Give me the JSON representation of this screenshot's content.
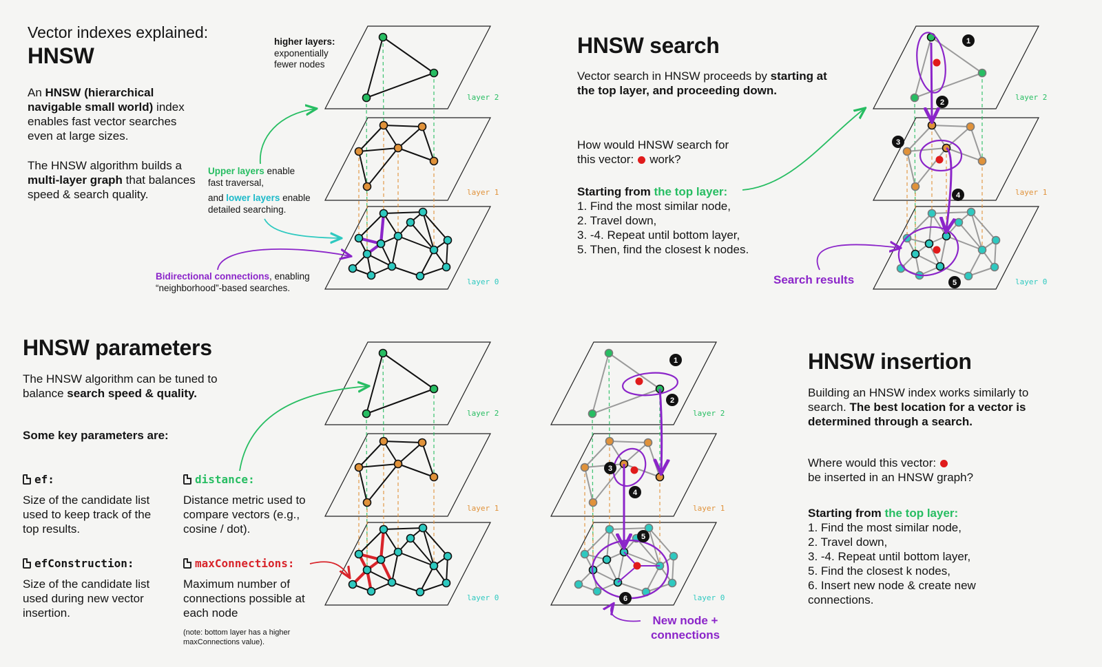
{
  "colors": {
    "green": "#27bd62",
    "orange": "#e0923a",
    "cyan": "#2ec9c0",
    "purple": "#8b25c9",
    "red": "#d8242a",
    "edge": "#111111",
    "grey": "#9a9a9a"
  },
  "layer_labels": {
    "l2": "layer 2",
    "l1": "layer 1",
    "l0": "layer 0"
  },
  "explained": {
    "kicker": "Vector indexes explained:",
    "title": "HNSW",
    "p1_a": "An ",
    "p1_b": "HNSW (hierarchical navigable small world)",
    "p1_c": " index enables fast vector searches even at large sizes.",
    "p2_a": "The HNSW algorithm builds a ",
    "p2_b": "multi-layer graph",
    "p2_c": " that balances speed & search quality.",
    "higher_b": "higher layers:",
    "higher_rest": "exponentially fewer nodes",
    "upper_a": "Upper layers",
    "upper_b": " enable fast traversal,",
    "lower_pre": "and ",
    "lower_a": "lower layers",
    "lower_b": " enable detailed searching.",
    "bidir_a": "Bidirectional connections",
    "bidir_b": ", enabling “neighborhood”-based searches."
  },
  "search": {
    "title": "HNSW search",
    "p1_a": "Vector search in HNSW proceeds by ",
    "p1_b": "starting at the top layer, and proceeding down.",
    "q_a": "How would HNSW search for",
    "q_b": "this vector:",
    "q_c": "work?",
    "steps_a": "Starting from ",
    "steps_b": "the top layer:",
    "steps": [
      "1. Find the most similar node,",
      "2. Travel down,",
      "3. -4. Repeat until bottom layer,",
      "5. Then, find the closest k nodes."
    ],
    "results": "Search results",
    "badges": [
      "1",
      "2",
      "3",
      "4",
      "5"
    ]
  },
  "params": {
    "title": "HNSW parameters",
    "p1_a": "The HNSW algorithm can be tuned to balance ",
    "p1_b": "search speed & quality.",
    "key": "Some key parameters are:",
    "ef_name": "ef:",
    "ef_desc": "Size of the candidate list used to keep track of the top results.",
    "efc_name": "efConstruction:",
    "efc_desc": "Size of the candidate list used during new vector insertion.",
    "dist_name": "distance:",
    "dist_desc": "Distance metric used to compare vectors (e.g., cosine / dot).",
    "maxc_name": "maxConnections:",
    "maxc_desc": "Maximum number of connections possible at each node",
    "maxc_note": "(note: bottom layer has a higher maxConnections value)."
  },
  "insertion": {
    "title": "HNSW insertion",
    "p1_a": "Building an HNSW index works similarly to search. ",
    "p1_b": "The best location for a vector is determined through a search.",
    "q_a": "Where would this vector:",
    "q_b": "be inserted in an HNSW graph?",
    "steps_a": "Starting from ",
    "steps_b": "the top layer:",
    "steps": [
      "1. Find the most similar node,",
      "2. Travel down,",
      "3. -4. Repeat until bottom layer,",
      "5. Find the closest k nodes,",
      "6. Insert new node & create new connections."
    ],
    "newnode": "New node + connections",
    "badges": [
      "1",
      "2",
      "3",
      "4",
      "5",
      "6"
    ]
  }
}
